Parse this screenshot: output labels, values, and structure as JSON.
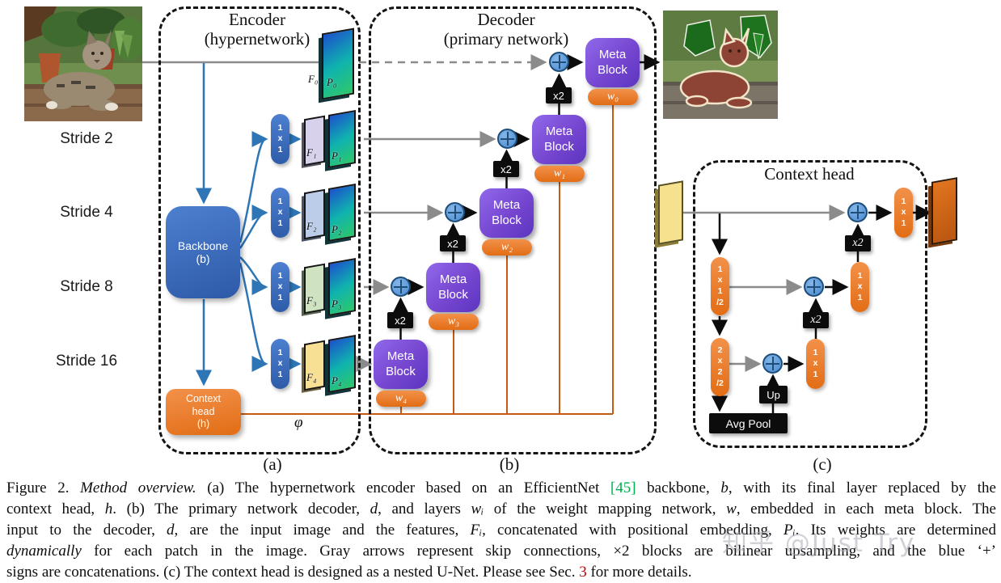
{
  "panels": {
    "a": "(a)",
    "b": "(b)",
    "c": "(c)"
  },
  "encoder": {
    "title": "Encoder\n(hypernetwork)",
    "backbone": "Backbone\n(b)",
    "context_head": "Context\nhead\n(h)",
    "conv1x1": "1\nx\n1",
    "phi": "φ",
    "strides": [
      "Stride 2",
      "Stride 4",
      "Stride 8",
      "Stride 16"
    ],
    "feature_labels": {
      "f0": "F₀",
      "p0": "P₀",
      "f1": "F₁",
      "p1": "P₁",
      "f2": "F₂",
      "p2": "P₂",
      "f3": "F₃",
      "p3": "P₃",
      "f4": "F₄",
      "p4": "P₄"
    }
  },
  "decoder": {
    "title": "Decoder\n(primary network)",
    "meta_block": "Meta\nBlock",
    "upsample": "x2",
    "weights": [
      "w₀",
      "w₁",
      "w₂",
      "w₃",
      "w₄"
    ]
  },
  "context_head_panel": {
    "title": "Context head",
    "conv1x1": "1\nx\n1",
    "conv1x1_half": "1\nx\n1\n/2",
    "conv2x2_half": "2\nx\n2\n/2",
    "upsample": "x2",
    "up": "Up",
    "avg_pool": "Avg Pool"
  },
  "caption": {
    "lines": [
      [
        {
          "t": "Figure 2. "
        },
        {
          "t": "Method overview.",
          "s": "i"
        },
        {
          "t": " (a) The hypernetwork encoder based on an EfficientNet "
        },
        {
          "t": "[45]",
          "s": "green"
        },
        {
          "t": " backbone, "
        },
        {
          "t": "b",
          "s": "i"
        },
        {
          "t": ", with its final layer replaced by the"
        }
      ],
      [
        {
          "t": "context head, "
        },
        {
          "t": "h",
          "s": "i"
        },
        {
          "t": ". (b) The primary network decoder, "
        },
        {
          "t": "d",
          "s": "i"
        },
        {
          "t": ", and layers "
        },
        {
          "t": "wᵢ",
          "s": "i"
        },
        {
          "t": " of the weight mapping network, "
        },
        {
          "t": "w",
          "s": "i"
        },
        {
          "t": ", embedded in each meta block. The"
        }
      ],
      [
        {
          "t": "input to the decoder, "
        },
        {
          "t": "d",
          "s": "i"
        },
        {
          "t": ", are the input image and the features, "
        },
        {
          "t": "Fᵢ",
          "s": "i"
        },
        {
          "t": ", concatenated with positional embedding, "
        },
        {
          "t": "Pᵢ",
          "s": "i"
        },
        {
          "t": ". Its weights are determined"
        }
      ],
      [
        {
          "t": "dynamically",
          "s": "i"
        },
        {
          "t": " for each patch in the image. Gray arrows represent skip connections, ×2 blocks are bilinear upsampling, and the blue ‘+’"
        }
      ],
      [
        {
          "t": "signs are concatenations. (c) The context head is designed as a nested U-Net. Please see Sec. "
        },
        {
          "t": "3",
          "s": "red"
        },
        {
          "t": " for more details."
        }
      ]
    ]
  },
  "watermark": "知乎 @Just Try",
  "colors": {
    "backbone_blue": "#3E6CB5",
    "meta_purple": "#7646D0",
    "accent_orange": "#ED7D31",
    "chip_black": "#0C0C0C",
    "concat_blue": "#5B9BD5",
    "skip_gray": "#8B8B8B",
    "phi_line_orange": "#C55A11",
    "ref_green": "#00B050",
    "ref_red": "#C00000"
  }
}
